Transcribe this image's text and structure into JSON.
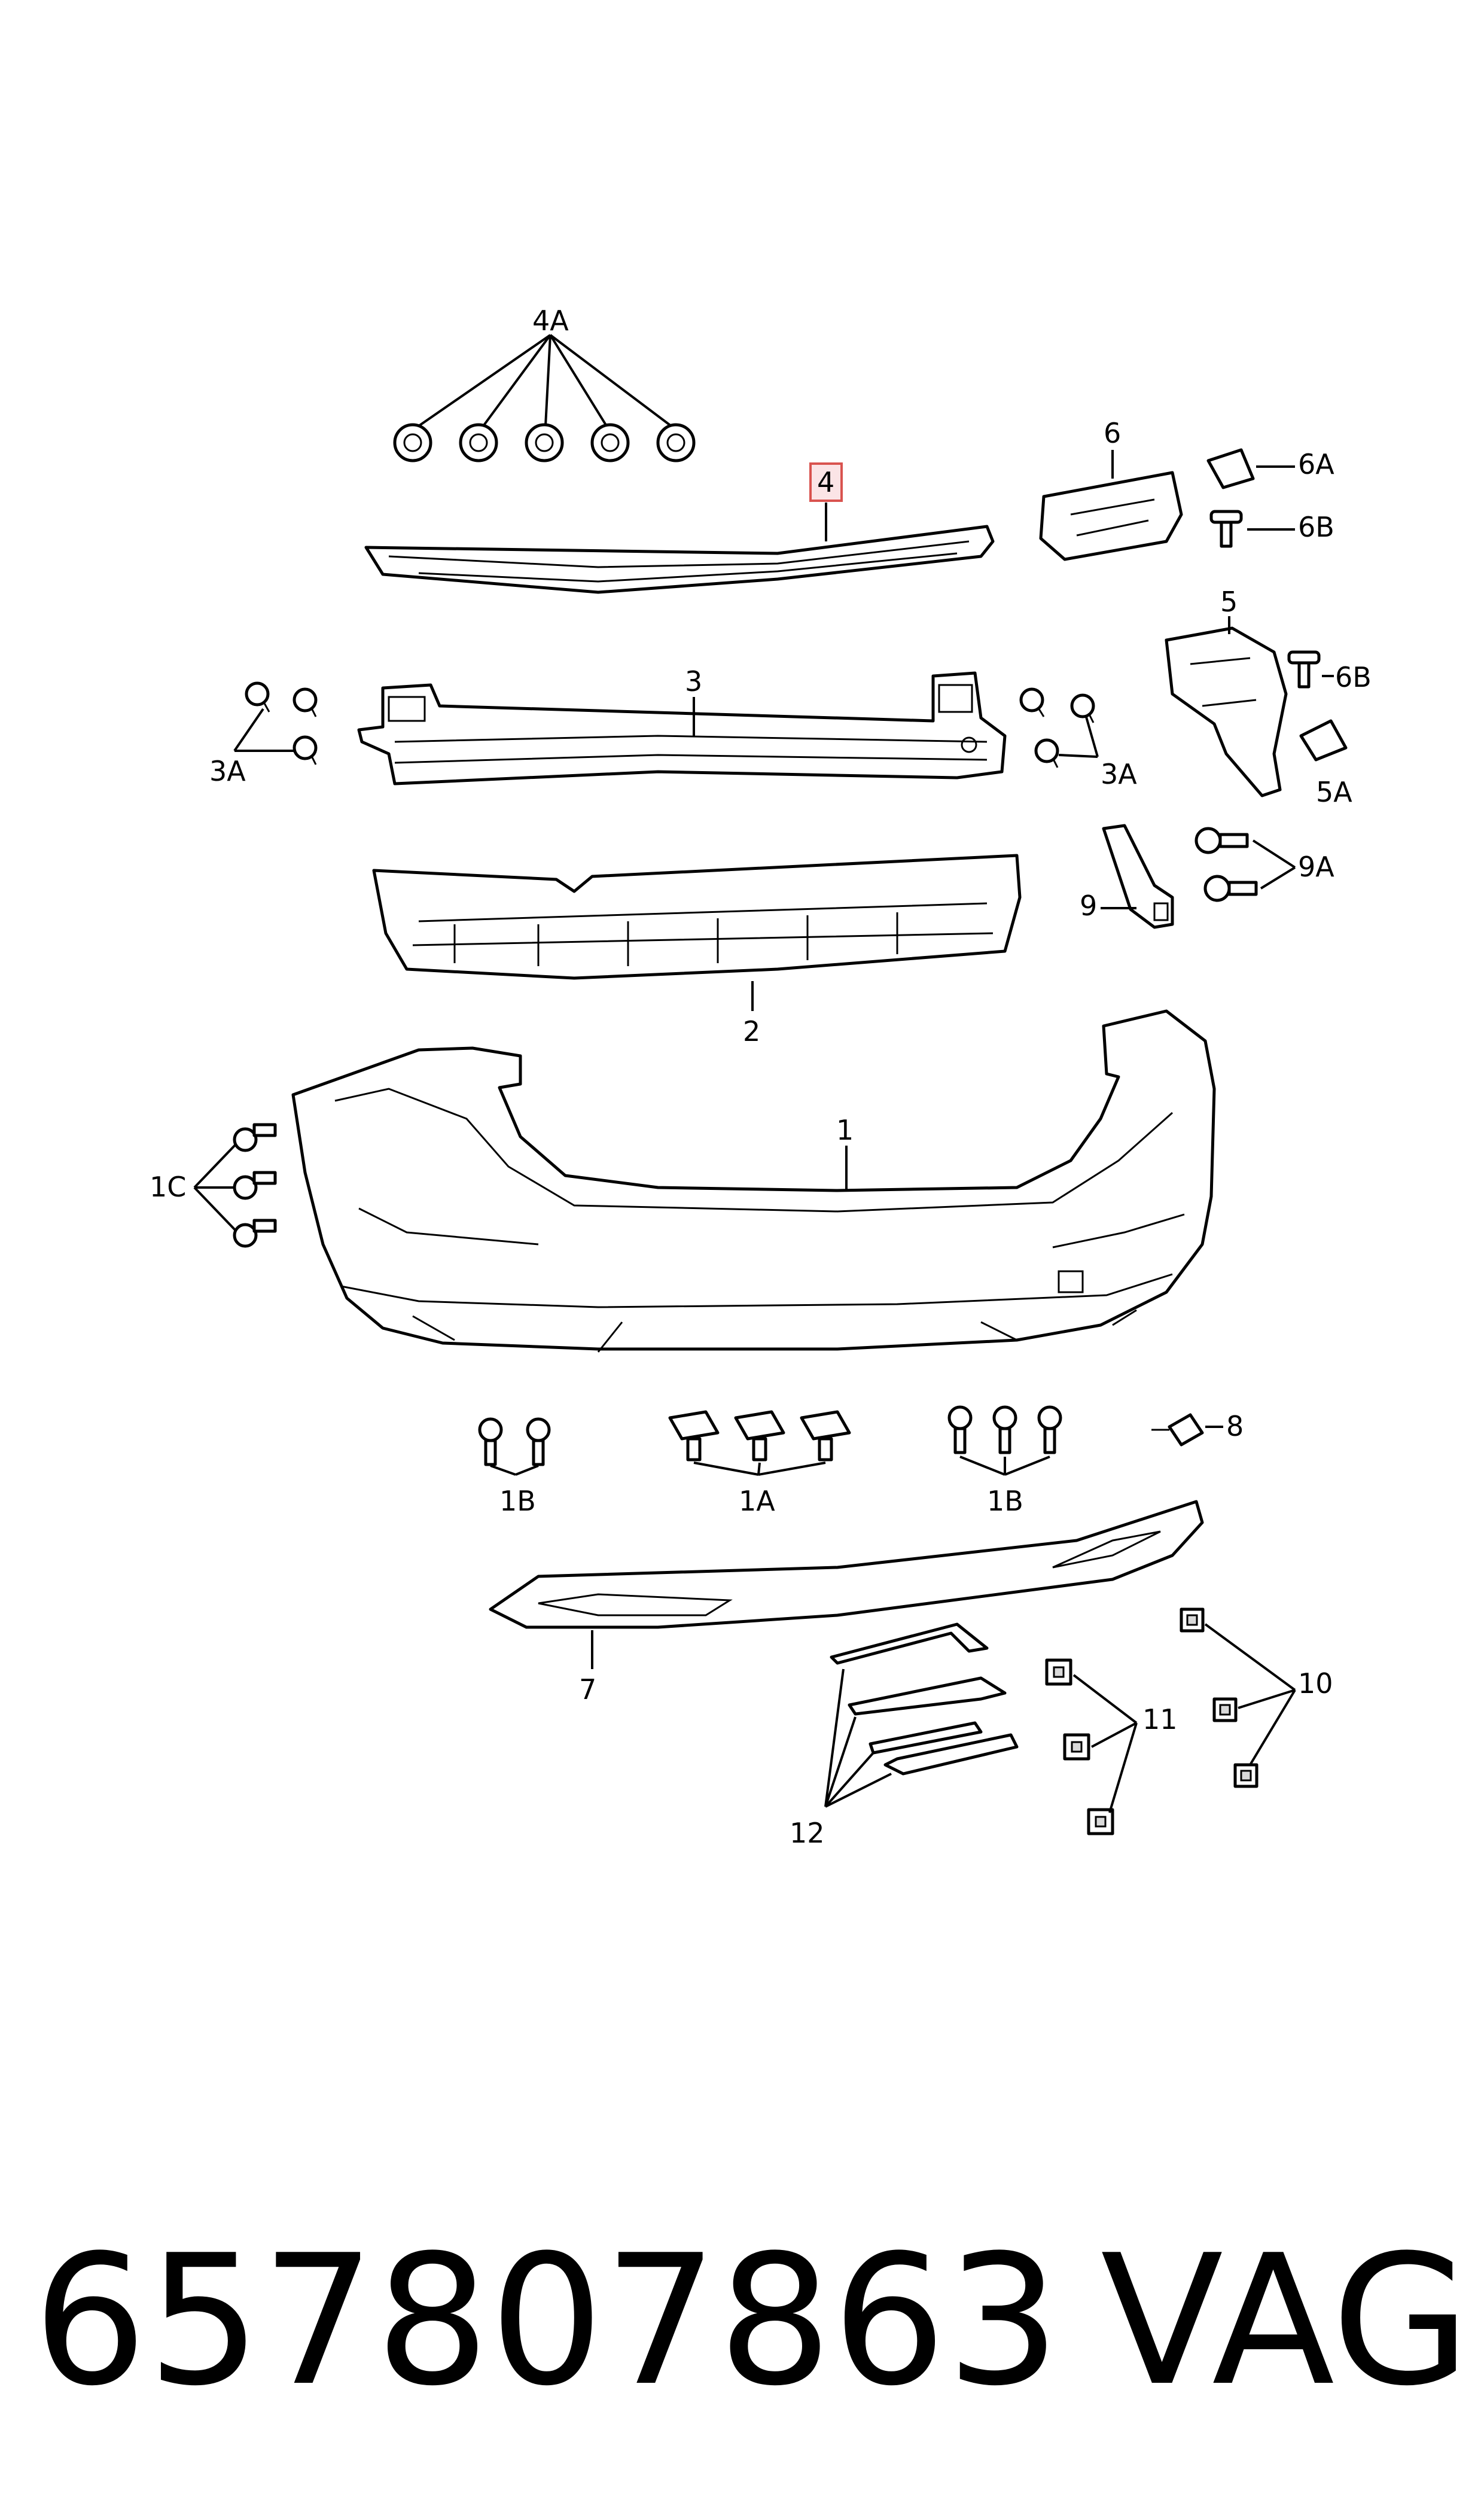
{
  "callouts": {
    "c4A": "4A",
    "c4": "4",
    "c6": "6",
    "c6A": "6A",
    "c6B_top": "6B",
    "c5": "5",
    "c6B_mid": "6B",
    "c5A": "5A",
    "c3": "3",
    "c3A_left": "3A",
    "c3A_right": "3A",
    "c9": "9",
    "c9A": "9A",
    "c2": "2",
    "c1": "1",
    "c1C": "1C",
    "c8": "8",
    "c1B_left": "1B",
    "c1A": "1A",
    "c1B_right": "1B",
    "c7": "7",
    "c10": "10",
    "c11": "11",
    "c12": "12"
  },
  "highlighted_callout": "4",
  "footer": {
    "part_number": "657807863",
    "brand": "VAG"
  },
  "colors": {
    "highlight_fill": "#fbe4e6",
    "highlight_stroke": "#d9534f",
    "line": "#000000"
  }
}
